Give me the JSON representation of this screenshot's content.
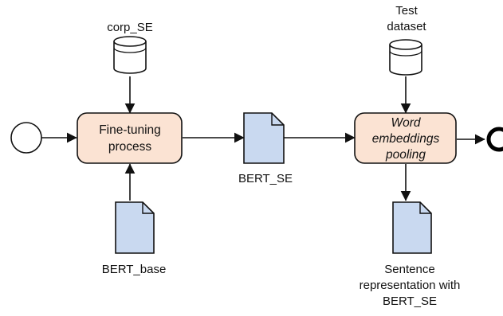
{
  "diagram": {
    "nodes": {
      "start_event": {
        "kind": "start-event"
      },
      "end_event": {
        "kind": "end-event"
      },
      "corp_se": {
        "kind": "datastore",
        "label": "corp_SE"
      },
      "test_dataset": {
        "kind": "datastore",
        "label_lines": [
          "Test",
          "dataset"
        ]
      },
      "fine_tuning": {
        "kind": "process",
        "label_lines": [
          "Fine-tuning",
          "process"
        ],
        "italic": false
      },
      "pooling": {
        "kind": "process",
        "label_lines": [
          "Word",
          "embeddings",
          "pooling"
        ],
        "italic": true
      },
      "bert_se": {
        "kind": "document",
        "label": "BERT_SE"
      },
      "bert_base": {
        "kind": "document",
        "label": "BERT_base"
      },
      "sentence_rep": {
        "kind": "document",
        "label_lines": [
          "Sentence",
          "representation with",
          "BERT_SE"
        ]
      }
    },
    "edges": [
      {
        "from": "start_event",
        "to": "fine_tuning"
      },
      {
        "from": "corp_se",
        "to": "fine_tuning"
      },
      {
        "from": "bert_base",
        "to": "fine_tuning"
      },
      {
        "from": "fine_tuning",
        "to": "bert_se"
      },
      {
        "from": "bert_se",
        "to": "pooling"
      },
      {
        "from": "test_dataset",
        "to": "pooling"
      },
      {
        "from": "pooling",
        "to": "sentence_rep"
      },
      {
        "from": "pooling",
        "to": "end_event"
      }
    ],
    "colors": {
      "process_fill": "#fbe3d3",
      "document_fill": "#c9d9f0",
      "datastore_fill": "#ffffff",
      "stroke": "#111111"
    }
  }
}
